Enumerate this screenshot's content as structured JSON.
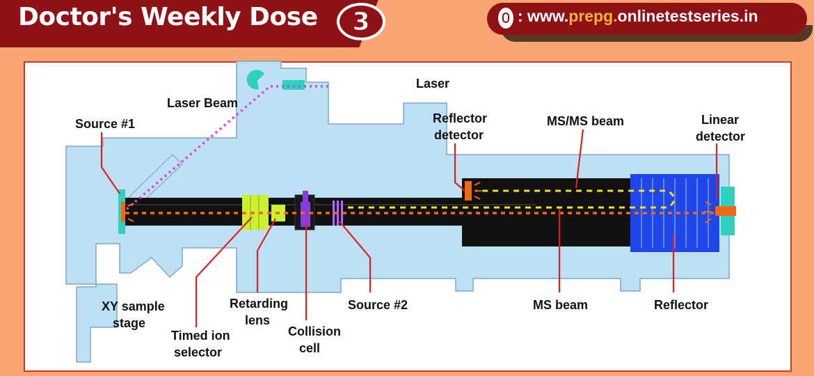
{
  "header": {
    "title": "Doctor's Weekly Dose",
    "issue_number": "3",
    "url_prefix": ": www.",
    "url_highlight": "prepg.",
    "url_suffix": "onlinetestseries.in",
    "url_icon": "mouse-icon"
  },
  "colors": {
    "background": "#F9A574",
    "banner": "#8E1116",
    "url_highlight": "#F7B733",
    "chamber": "#BEE0F4",
    "laser_path": "#E040E8",
    "ms_beam": "#F06A12",
    "msms_beam": "#F4E020",
    "reflector": "#1E46E8",
    "timed_ion_selector": "#CCF030",
    "collision_cell": "#8A3BE0",
    "detector": "#30D0C0"
  },
  "diagram": {
    "labels": {
      "laser": "Laser",
      "laser_beam": "Laser Beam",
      "source1": "Source #1",
      "reflector_detector_1": "Reflector",
      "reflector_detector_2": "detector",
      "msms_beam": "MS/MS beam",
      "linear_detector_1": "Linear",
      "linear_detector_2": "detector",
      "xy_stage_1": "XY sample",
      "xy_stage_2": "stage",
      "timed_ion_1": "Timed ion",
      "timed_ion_2": "selector",
      "retarding_1": "Retarding",
      "retarding_2": "lens",
      "collision_1": "Collision",
      "collision_2": "cell",
      "source2": "Source #2",
      "ms_beam": "MS beam",
      "reflector": "Reflector"
    }
  }
}
